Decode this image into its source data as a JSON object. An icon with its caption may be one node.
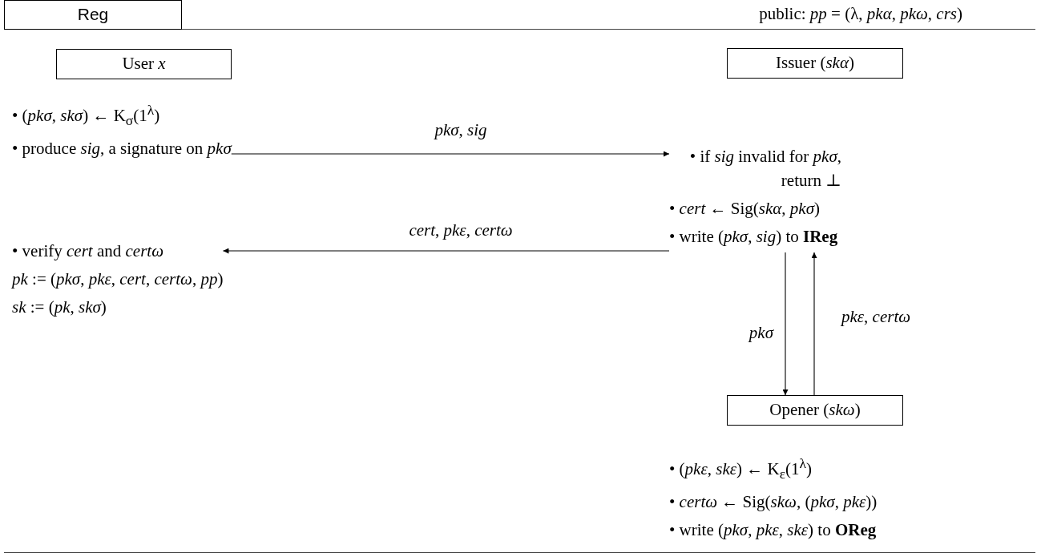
{
  "diagram": {
    "nodes": [
      {
        "text": [
          "Reg"
        ]
      },
      {
        "text": [
          "User *x*"
        ]
      },
      {
        "text": [
          "Issuer (*skα*)"
        ]
      },
      {
        "text": [
          "Opener (*skω*)"
        ]
      },
      {
        "text": [
          "• (*pkσ*, *skσ*) ← K$_{σ}$(1$^{λ}$)",
          "• produce *sig*, a signature on *pkσ*"
        ]
      },
      {
        "text": [
          "• if *sig* invalid for *pkσ*, return ⊥",
          "• *cert* ← Sig(*skα*, *pkσ*)",
          "• write (*pkσ*, *sig*) to **IReg**"
        ]
      },
      {
        "text": [
          "• verify *cert* and *certω*",
          "*pk* := (*pkσ*, *pkε*, *cert*, *certω*, *pp*)",
          "*sk* := (*pk*, *skσ*)"
        ]
      },
      {
        "text": [
          "• (*pkε*, *skε*) ← K$_{ε}$(1$^{λ}$)",
          "• *certω* ← Sig(*skω*, (*pkσ*, *pkε*))",
          "• write (*pkσ*, *pkε*, *skε*) to **OReg**"
        ]
      }
    ],
    "edges": [
      {
        "from": 4,
        "to": 5,
        "arrow": "to",
        "label": "*pkσ*, *sig*"
      },
      {
        "from": 5,
        "to": 6,
        "arrow": "to",
        "label": "*cert*, *pkε*, *certω*"
      },
      {
        "from": 5,
        "to": 3,
        "arrow": "to",
        "label": "*pkσ*"
      },
      {
        "from": 3,
        "to": 5,
        "arrow": "to",
        "label": "*pkε*, *certω*"
      }
    ],
    "labels": [
      "public: *pp* = (λ, *pkα*, *pkω*, *crs*)"
    ]
  }
}
